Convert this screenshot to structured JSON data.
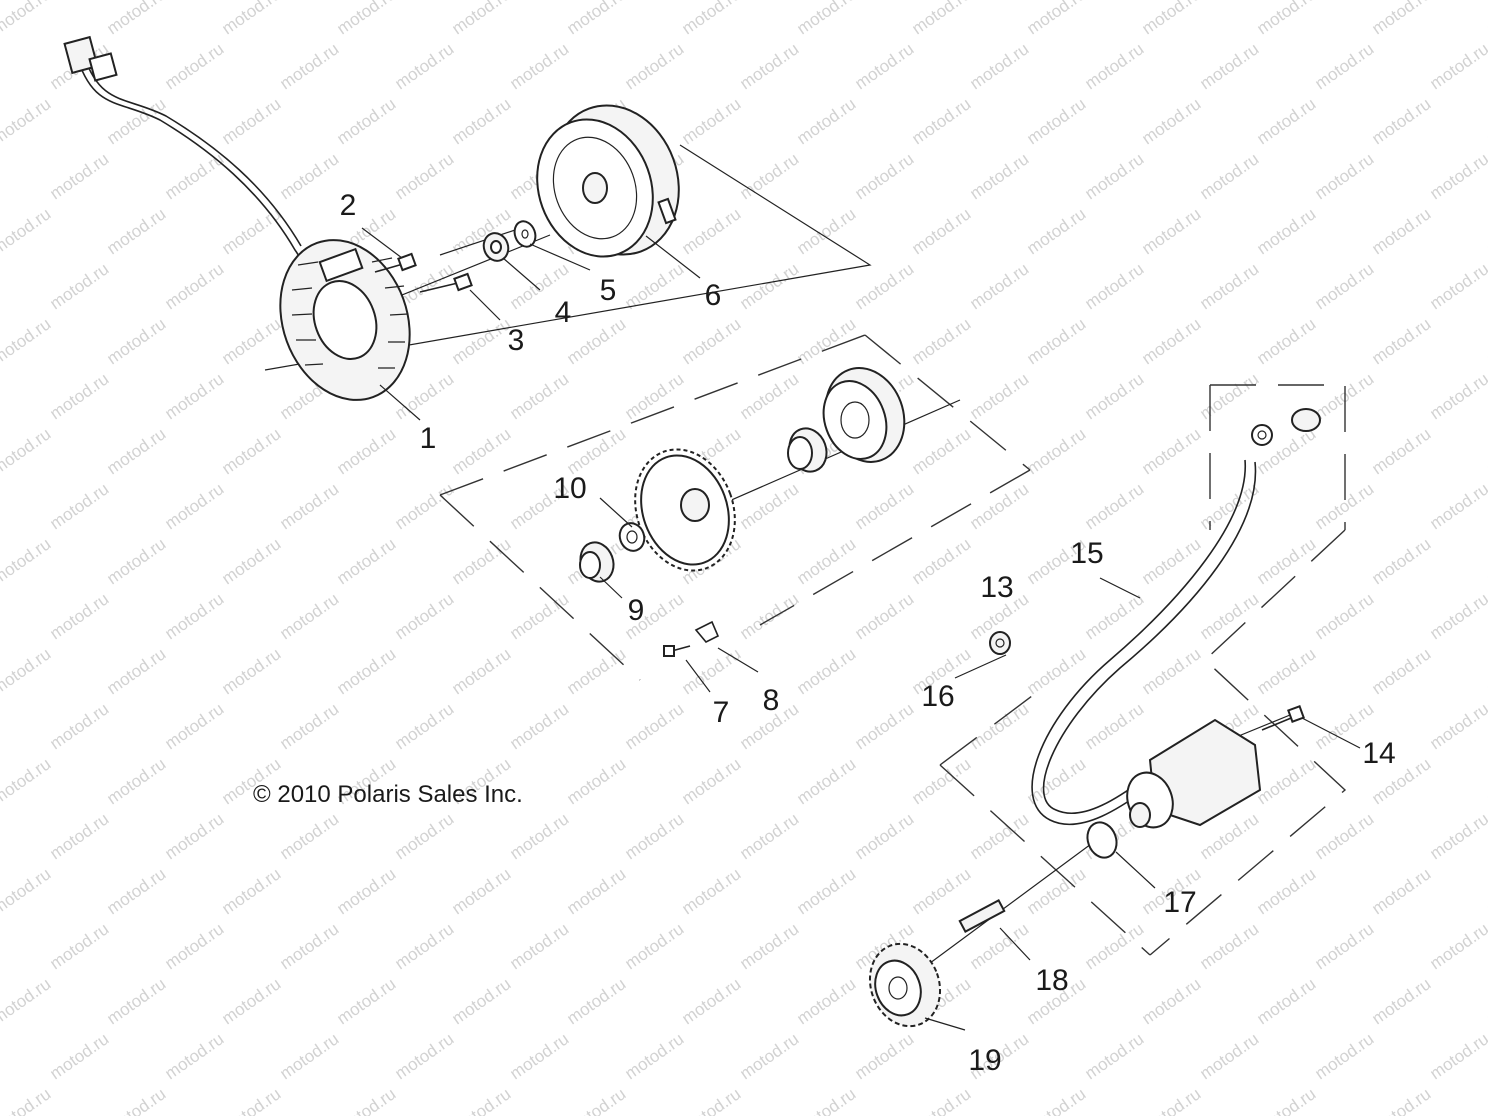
{
  "diagram": {
    "watermark_text": "motod.ru",
    "copyright": "© 2010 Polaris Sales Inc.",
    "callouts": [
      "1",
      "2",
      "3",
      "4",
      "5",
      "6",
      "7",
      "8",
      "9",
      "10",
      "13",
      "14",
      "15",
      "16",
      "17",
      "18",
      "19"
    ],
    "colors": {
      "line": "#222222",
      "text": "#1a1a1a",
      "watermark": "#d2d2d2",
      "background": "#ffffff"
    }
  }
}
